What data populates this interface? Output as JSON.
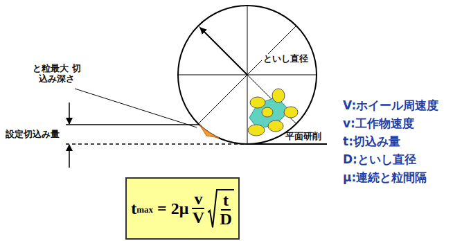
{
  "diagram": {
    "nodes": [
      {
        "text": [
          "t",
          "max",
          "= 2μ",
          "v",
          "V",
          "t",
          "D"
        ]
      }
    ],
    "labels": [
      "と粒最大 切込み深さ",
      "といし直径",
      "設定切込み量",
      "平面研削",
      "V:ホイール周速度",
      "v:工作物速度",
      "t:切込み量",
      "D:といし直径",
      "μ:連続と粒間隔"
    ]
  }
}
